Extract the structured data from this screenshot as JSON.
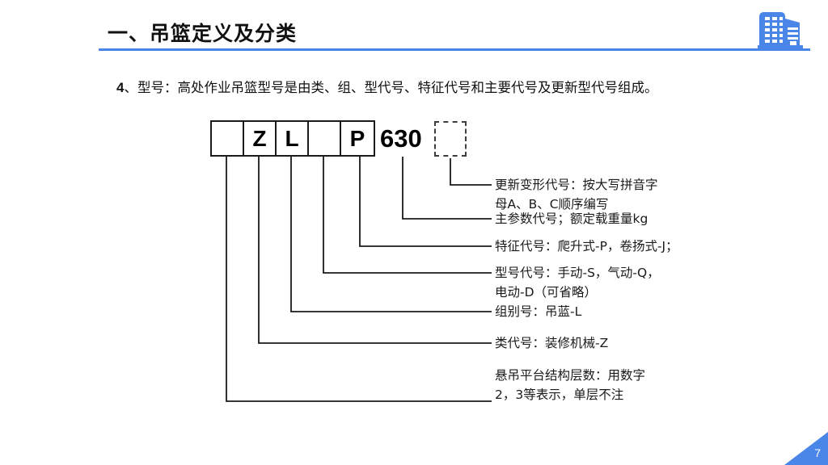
{
  "header": {
    "title": "一、吊篮定义及分类",
    "rule_color": "#4a86e8",
    "logo_icon": "building-icon"
  },
  "subtitle": {
    "index": "4",
    "text": "、型号：高处作业吊篮型号是由类、组、型代号、特征代号和主要代号及更新型代号组成。"
  },
  "diagram": {
    "cells": [
      {
        "label": "",
        "name": "code-cell-layers"
      },
      {
        "label": "Z",
        "name": "code-cell-class"
      },
      {
        "label": "L",
        "name": "code-cell-group"
      },
      {
        "label": "",
        "name": "code-cell-type"
      },
      {
        "label": "P",
        "name": "code-cell-feature"
      }
    ],
    "param_value": "630",
    "variant_box_label": "",
    "annotations": [
      {
        "name": "annotation-variant-code",
        "line1": "更新变形代号：按大写拼音字",
        "line2": "母A、B、C顺序编写"
      },
      {
        "name": "annotation-main-parameter",
        "line1": "主参数代号；额定载重量kg",
        "line2": ""
      },
      {
        "name": "annotation-feature-code",
        "line1": "特征代号：爬升式-P，卷扬式-J；",
        "line2": ""
      },
      {
        "name": "annotation-type-code",
        "line1": "型号代号：手动-S，气动-Q，",
        "line2": "电动-D（可省略）"
      },
      {
        "name": "annotation-group-code",
        "line1": "组别号：吊蓝-L",
        "line2": ""
      },
      {
        "name": "annotation-class-code",
        "line1": "类代号：装修机械-Z",
        "line2": ""
      },
      {
        "name": "annotation-platform-layers",
        "line1": "悬吊平台结构层数：用数字",
        "line2": "2，3等表示，单层不注"
      }
    ]
  },
  "footer": {
    "page_number": "7",
    "badge_color": "#4a86e8"
  }
}
